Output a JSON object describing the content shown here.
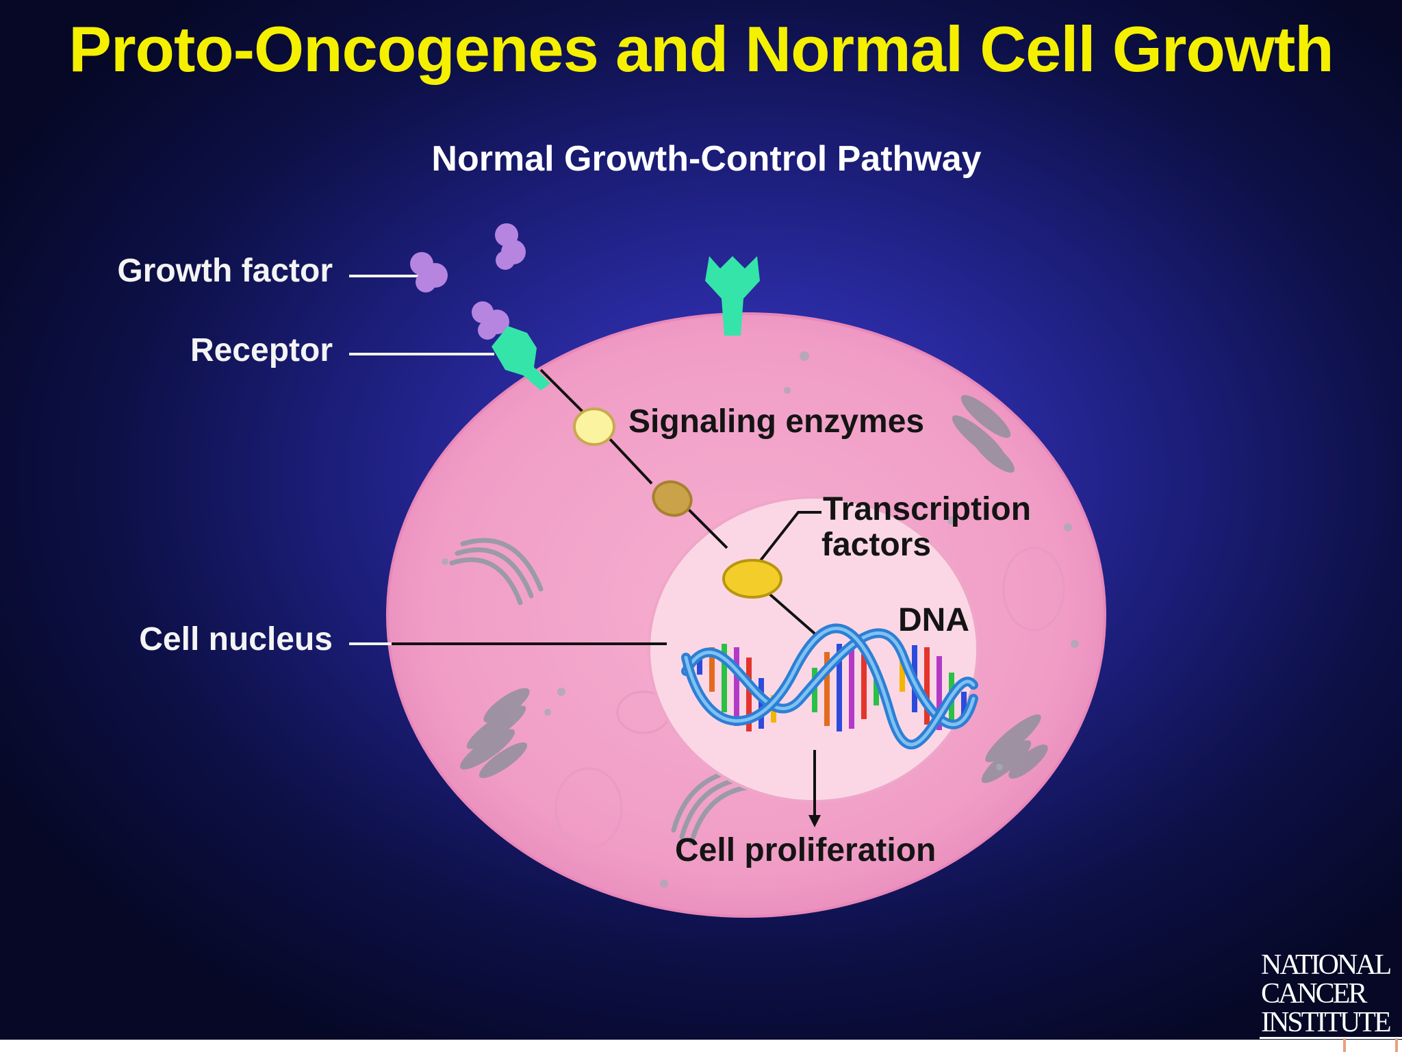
{
  "slide": {
    "title": "Proto-Oncogenes and Normal Cell Growth",
    "diagram_title": "Normal Growth-Control Pathway"
  },
  "labels": {
    "growth_factor": "Growth factor",
    "receptor": "Receptor",
    "signaling_enzymes": "Signaling enzymes",
    "transcription_factors_line1": "Transcription",
    "transcription_factors_line2": "factors",
    "dna": "DNA",
    "cell_nucleus": "Cell nucleus",
    "cell_proliferation": "Cell proliferation"
  },
  "logo": {
    "line1": "NATIONAL",
    "line2": "CANCER",
    "line3": "INSTITUTE"
  },
  "colors": {
    "title": "#f5f000",
    "cell": "#f2a0c8",
    "nucleus": "#fbd6e4",
    "receptor": "#35e4a8",
    "growth_factor": "#b585e0",
    "enzyme_light": "#fbf3a0",
    "enzyme_mid": "#c9a24a",
    "transcription_factor": "#f3ce2a"
  }
}
